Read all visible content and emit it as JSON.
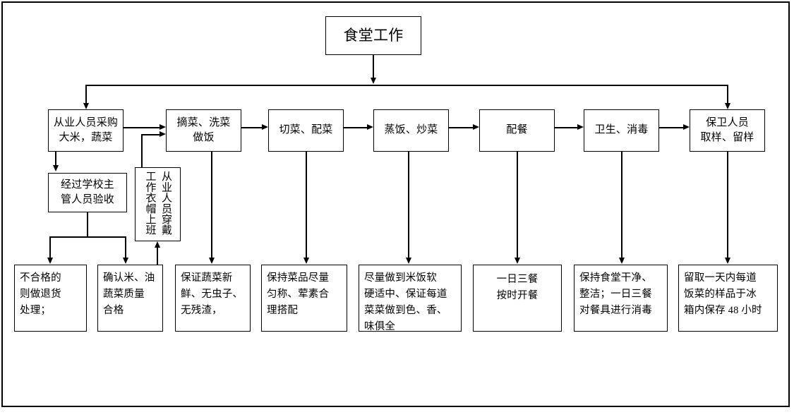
{
  "diagram": {
    "title_node": {
      "label": "食堂工作"
    },
    "stages": [
      {
        "id": "stage-procurement",
        "label": "从业人员采购\n大米，蔬菜"
      },
      {
        "id": "stage-pick-wash",
        "label": "摘菜、洗菜\n做饭"
      },
      {
        "id": "stage-cut-prep",
        "label": "切菜、配菜"
      },
      {
        "id": "stage-steam-fry",
        "label": "蒸饭、炒菜"
      },
      {
        "id": "stage-serving",
        "label": "配餐"
      },
      {
        "id": "stage-hygiene",
        "label": "卫生、消毒"
      },
      {
        "id": "stage-sampling",
        "label": "保卫人员\n取样、留样"
      }
    ],
    "sub_nodes": [
      {
        "id": "sub-acceptance",
        "label": "经过学校主\n管人员验收"
      },
      {
        "id": "sub-uniform",
        "label": "从业人员穿戴\n工作衣帽上班",
        "orientation": "vertical"
      }
    ],
    "leaves": [
      {
        "id": "leaf-reject",
        "label": "不合格的\n则做退货\n处理；"
      },
      {
        "id": "leaf-quality-ok",
        "label": "确认米、油\n蔬菜质量\n合格"
      },
      {
        "id": "leaf-fresh",
        "label": "保证蔬菜新\n鲜、无虫子、\n无残渣，"
      },
      {
        "id": "leaf-balanced",
        "label": "保持菜品尽量\n匀称、荤素合\n理搭配"
      },
      {
        "id": "leaf-taste",
        "label": "尽量做到米饭软\n硬适中、保证每道\n菜菜做到色、香、\n味俱全"
      },
      {
        "id": "leaf-mealtime",
        "label": "一日三餐\n按时开餐"
      },
      {
        "id": "leaf-clean",
        "label": "保持食堂干净、\n整洁；一日三餐\n对餐具进行消毒"
      },
      {
        "id": "leaf-retain",
        "label": "留取一天内每道\n饭菜的样品于冰\n箱内保存 48 小时"
      }
    ],
    "colors": {
      "line": "#000000",
      "box_border": "#000000",
      "background": "#ffffff",
      "text": "#000000"
    }
  }
}
